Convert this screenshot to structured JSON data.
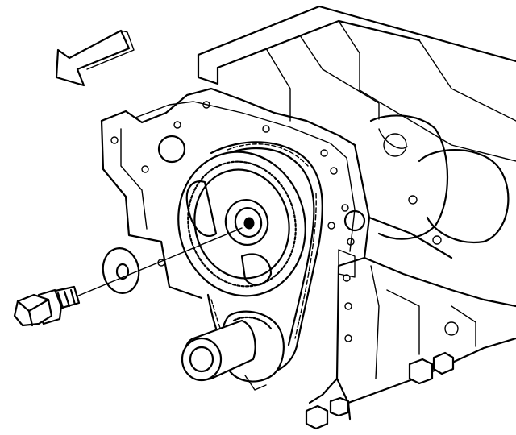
{
  "figure": {
    "components": [
      "direction-arrow",
      "engine-block",
      "camshaft-sprocket",
      "timing-chain",
      "crankshaft-sprocket",
      "camshaft-retainer-washer",
      "camshaft-sprocket-bolt"
    ]
  },
  "colors": {
    "line": "#000000",
    "background": "#ffffff"
  }
}
